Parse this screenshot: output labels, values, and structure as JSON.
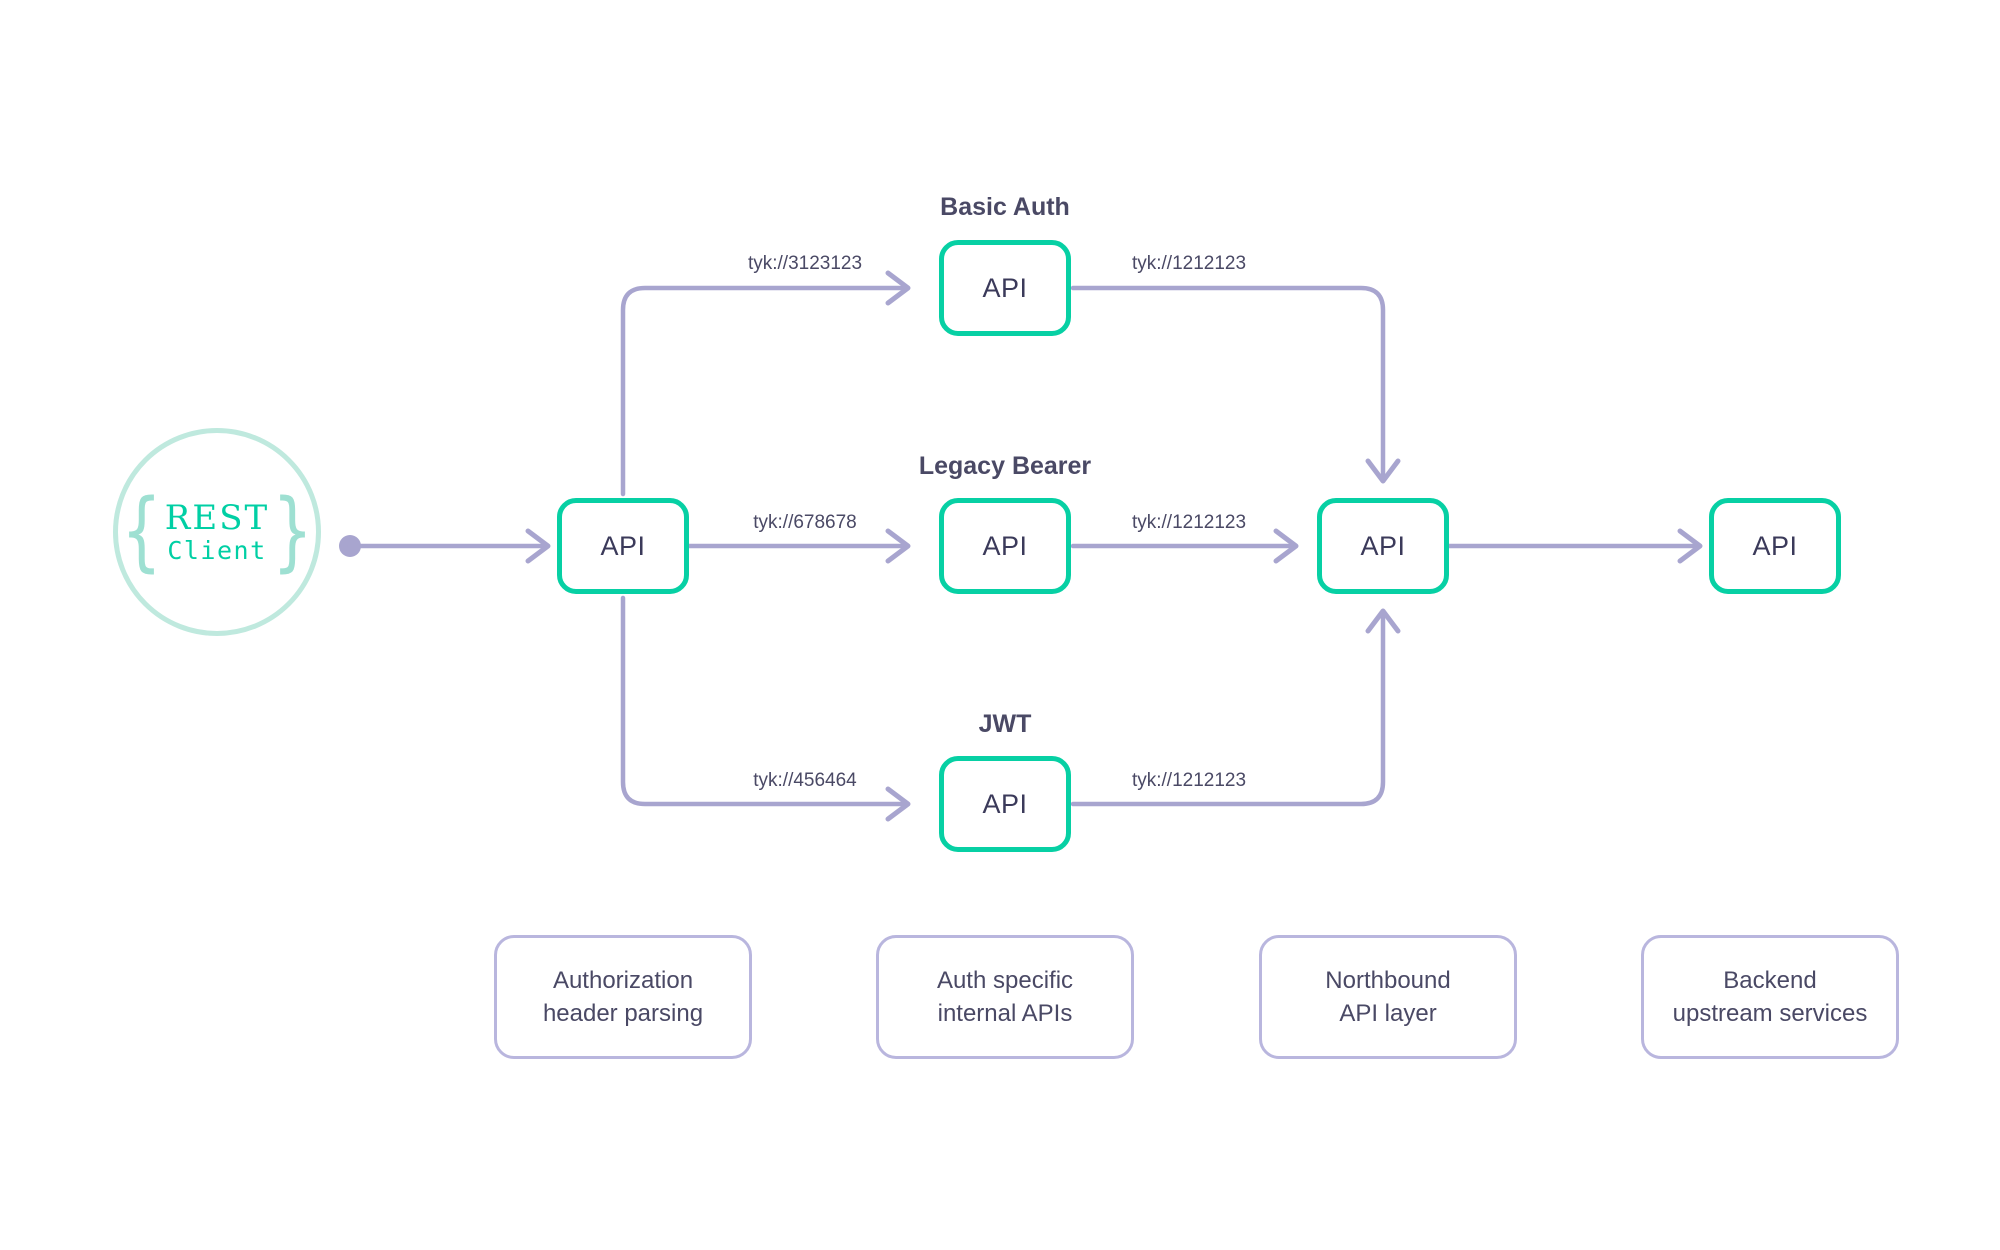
{
  "colors": {
    "teal_border": "#07D0A4",
    "teal_text": "#00CFA4",
    "teal_light": "#BFE9DE",
    "edge_purple": "#A8A5CF",
    "legend_border": "#B9B6DE",
    "dark_text": "#4A4965",
    "background": "#FFFFFF"
  },
  "client": {
    "brace_left": "{",
    "brace_right": "}",
    "line1": "REST",
    "line2": "Client"
  },
  "rows": [
    {
      "id": "basic-auth",
      "title": "Basic Auth"
    },
    {
      "id": "legacy-bearer",
      "title": "Legacy Bearer"
    },
    {
      "id": "jwt",
      "title": "JWT"
    }
  ],
  "nodes": [
    {
      "id": "gateway",
      "label": "API"
    },
    {
      "id": "basic-auth-api",
      "label": "API"
    },
    {
      "id": "legacy-bearer-api",
      "label": "API"
    },
    {
      "id": "jwt-api",
      "label": "API"
    },
    {
      "id": "northbound-api",
      "label": "API"
    },
    {
      "id": "backend-api",
      "label": "API"
    }
  ],
  "edges": [
    {
      "id": "gateway-to-basic",
      "label": "tyk://3123123"
    },
    {
      "id": "basic-to-northbound",
      "label": "tyk://1212123"
    },
    {
      "id": "gateway-to-legacy",
      "label": "tyk://678678"
    },
    {
      "id": "legacy-to-northbound",
      "label": "tyk://1212123"
    },
    {
      "id": "gateway-to-jwt",
      "label": "tyk://456464"
    },
    {
      "id": "jwt-to-northbound",
      "label": "tyk://1212123"
    }
  ],
  "legend": [
    {
      "id": "authorization-header-parsing",
      "line1": "Authorization",
      "line2": "header parsing"
    },
    {
      "id": "auth-specific-internal-apis",
      "line1": "Auth specific",
      "line2": "internal APIs"
    },
    {
      "id": "northbound-api-layer",
      "line1": "Northbound",
      "line2": "API layer"
    },
    {
      "id": "backend-upstream-services",
      "line1": "Backend",
      "line2": "upstream services"
    }
  ]
}
